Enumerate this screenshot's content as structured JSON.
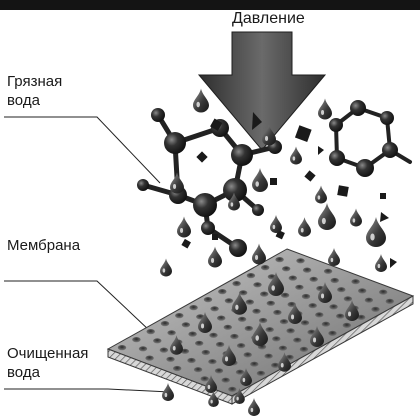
{
  "labels": {
    "pressure": "Давление",
    "dirty_water": [
      "Грязная",
      "вода"
    ],
    "membrane": "Мембрана",
    "clean_water": [
      "Очищенная",
      "вода"
    ]
  },
  "colors": {
    "top_bar": "#141414",
    "arrow": "#3c3c3c",
    "molecule": "#2b2b2b",
    "drop": "#555555",
    "membrane": "#8a8a8a",
    "leader_line": "#222222"
  }
}
